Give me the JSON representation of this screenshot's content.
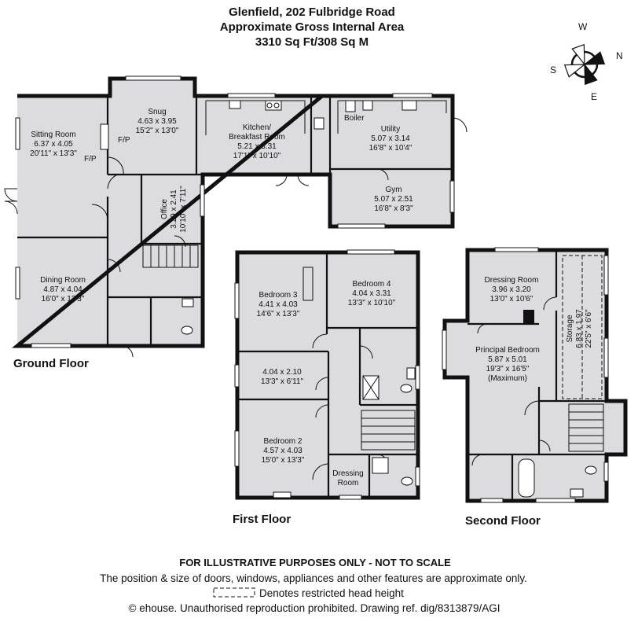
{
  "header": {
    "property": "Glenfield, 202 Fulbridge Road",
    "area_label": "Approximate Gross Internal Area",
    "area_value": "3310 Sq Ft/308 Sq M"
  },
  "compass": {
    "n": "N",
    "e": "E",
    "s": "S",
    "w": "W"
  },
  "floors": {
    "ground": "Ground Floor",
    "first": "First Floor",
    "second": "Second Floor"
  },
  "rooms": {
    "sitting": {
      "name": "Sitting Room",
      "metric": "6.37 x 4.05",
      "imperial": "20'11\" x 13'3\""
    },
    "dining": {
      "name": "Dining Room",
      "metric": "4.87 x 4.04",
      "imperial": "16'0\" x 13'3\""
    },
    "snug": {
      "name": "Snug",
      "metric": "4.63 x 3.95",
      "imperial": "15'2\" x 13'0\""
    },
    "kitchen": {
      "name1": "Kitchen/",
      "name2": "Breakfast Room",
      "metric": "5.21 x 3.31",
      "imperial": "17'1\" x 10'10\""
    },
    "utility": {
      "name": "Utility",
      "metric": "5.07 x 3.14",
      "imperial": "16'8\" x 10'4\""
    },
    "gym": {
      "name": "Gym",
      "metric": "5.07 x 2.51",
      "imperial": "16'8\" x 8'3\""
    },
    "office": {
      "name": "Office",
      "metric": "3.29 x 2.41",
      "imperial": "10'10\" x 7'11\""
    },
    "boiler": "Boiler",
    "fp1": "F/P",
    "fp2": "F/P",
    "bed3": {
      "name": "Bedroom 3",
      "metric": "4.41 x 4.03",
      "imperial": "14'6\" x 13'3\""
    },
    "bed4": {
      "name": "Bedroom 4",
      "metric": "4.04 x 3.31",
      "imperial": "13'3\" x 10'10\""
    },
    "bed_small": {
      "metric": "4.04 x 2.10",
      "imperial": "13'3\" x 6'11\""
    },
    "bed2": {
      "name": "Bedroom 2",
      "metric": "4.57 x 4.03",
      "imperial": "15'0\" x 13'3\""
    },
    "dressing1": {
      "name1": "Dressing",
      "name2": "Room"
    },
    "dressing2": {
      "name": "Dressing Room",
      "metric": "3.96 x 3.20",
      "imperial": "13'0\" x 10'6\""
    },
    "principal": {
      "name": "Principal Bedroom",
      "metric": "5.87 x 5.01",
      "imperial": "19'3\" x 16'5\"",
      "note": "(Maximum)"
    },
    "storage": {
      "name": "Storage",
      "metric": "6.83 x 1.97",
      "imperial": "22'5\" x 6'6\""
    }
  },
  "footer": {
    "disclaimer": "FOR ILLUSTRATIVE PURPOSES ONLY - NOT TO SCALE",
    "note": "The position & size of doors, windows, appliances and other features are approximate only.",
    "legend": "Denotes restricted head height",
    "copyright": "© ehouse. Unauthorised reproduction prohibited. Drawing ref. dig/8313879/AGI"
  }
}
